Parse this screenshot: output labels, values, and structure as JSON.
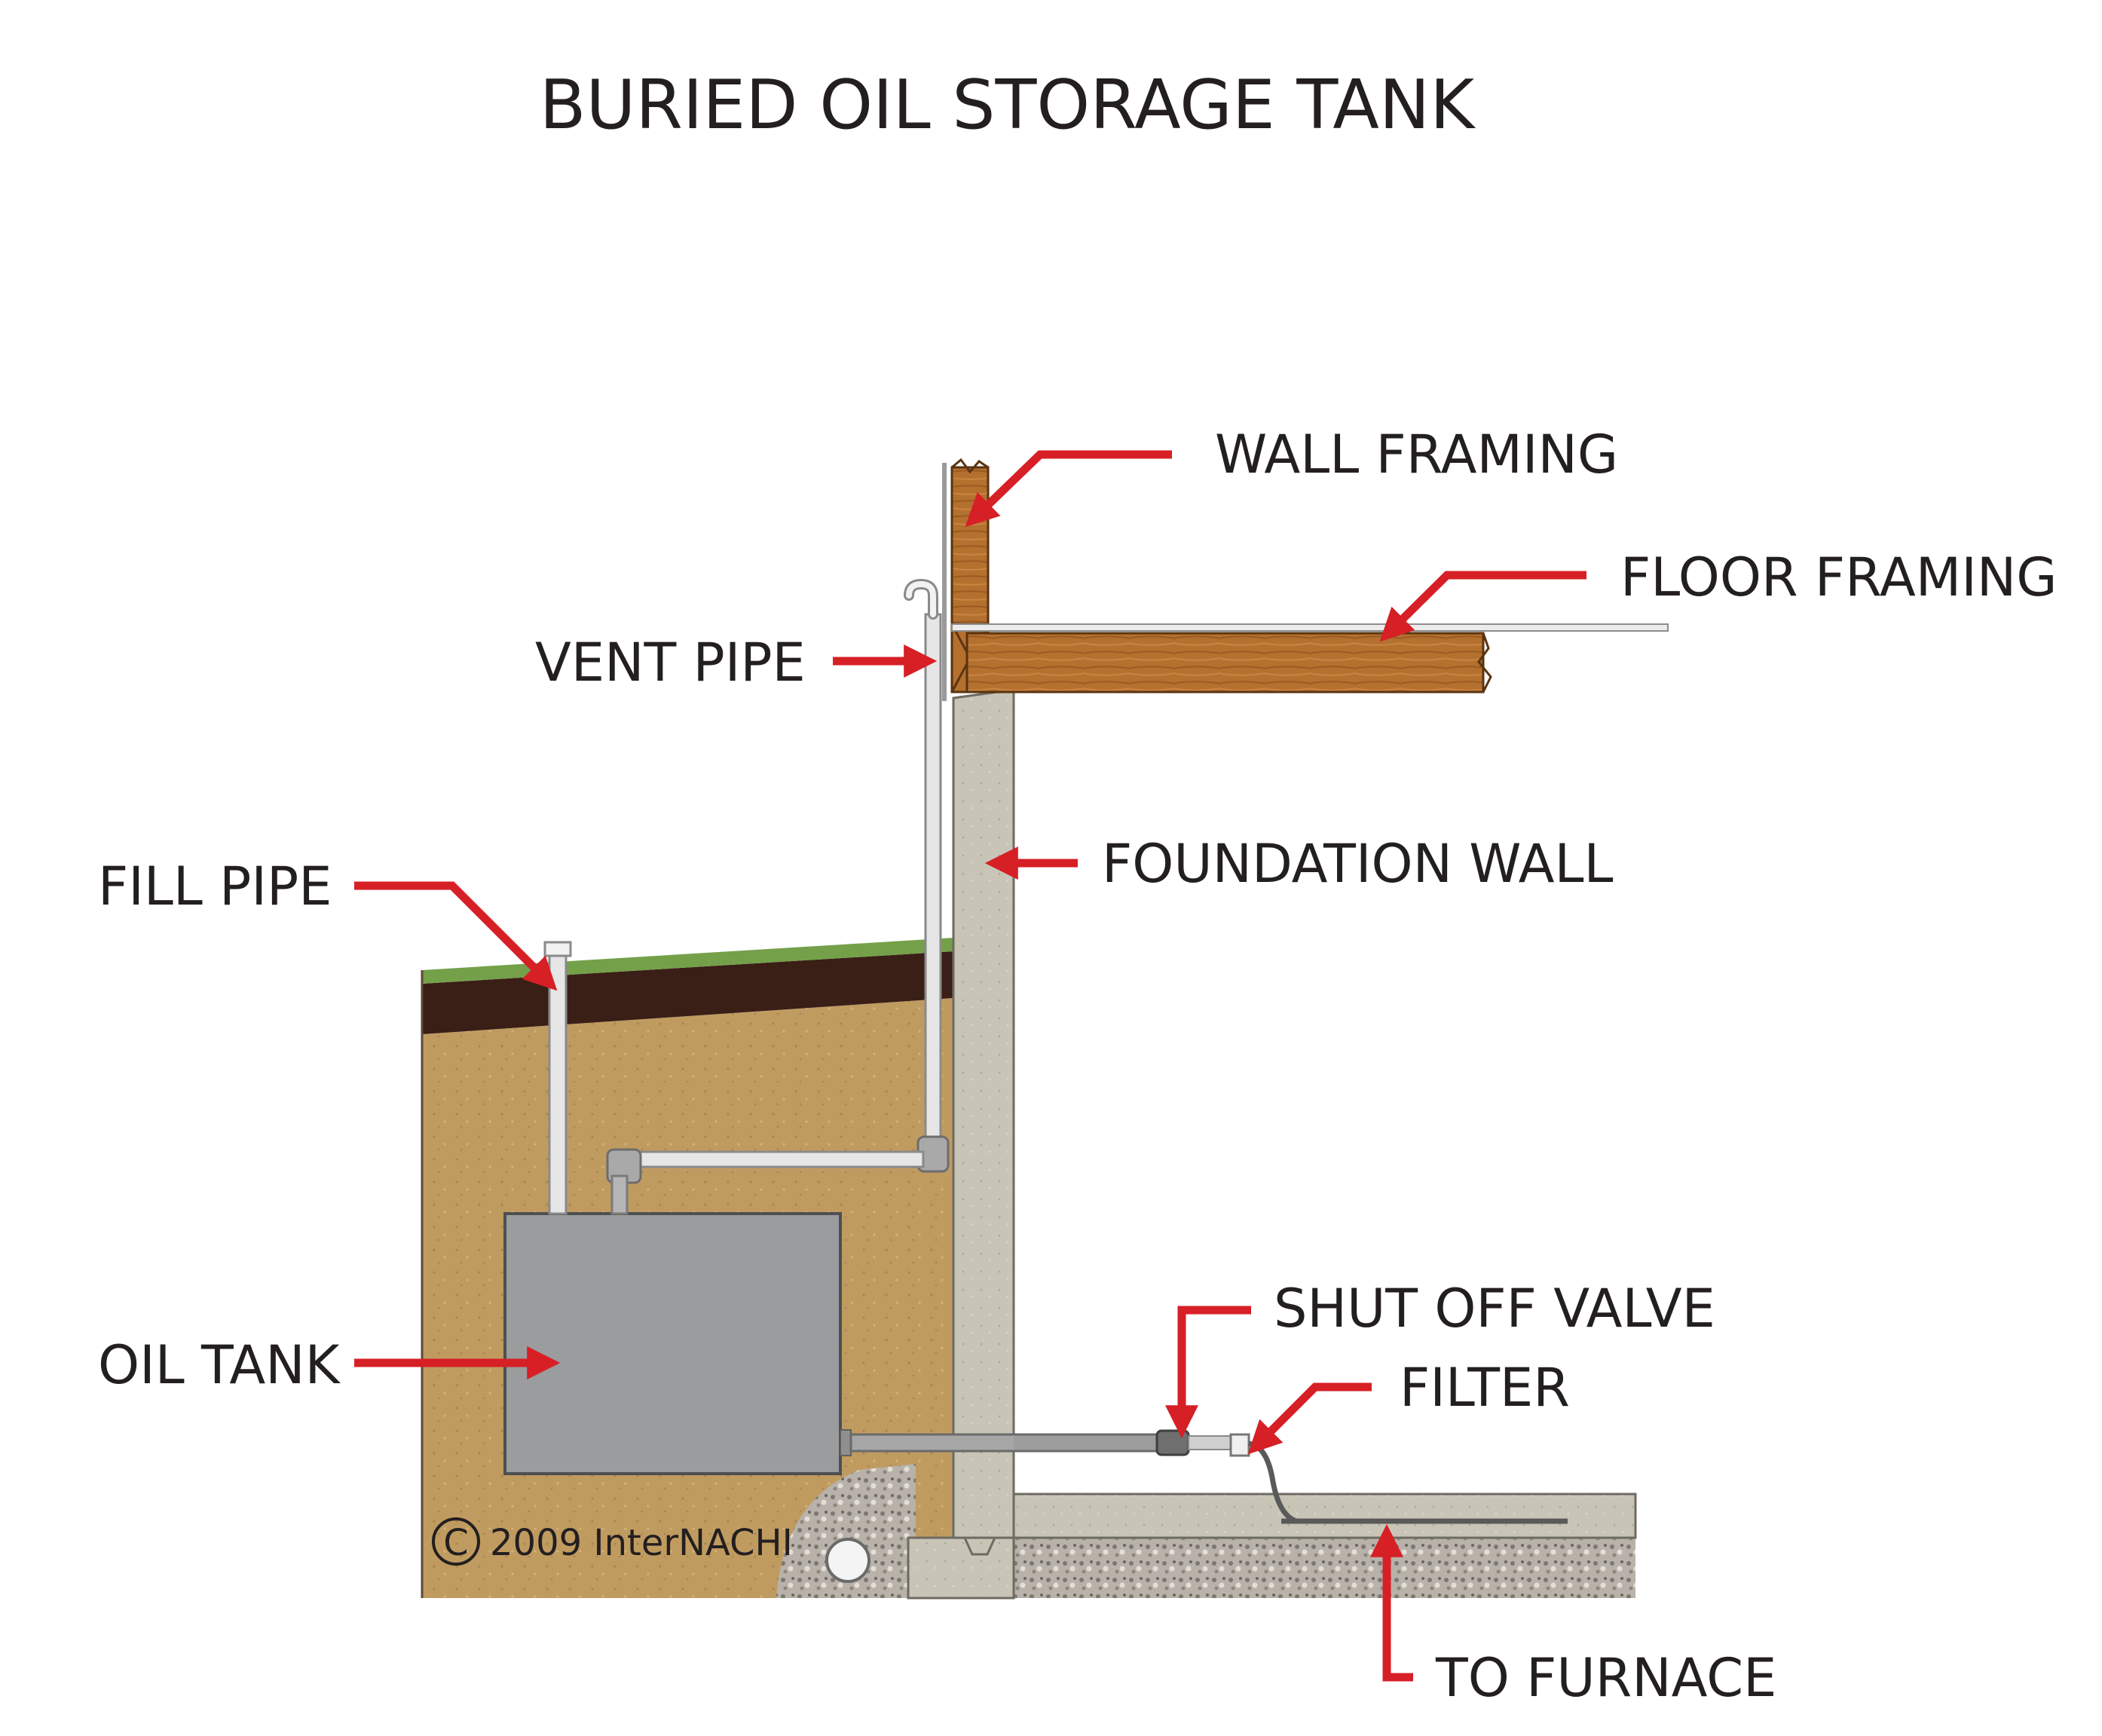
{
  "title": "BURIED OIL STORAGE TANK",
  "labels": {
    "wall_framing": "WALL FRAMING",
    "floor_framing": "FLOOR FRAMING",
    "vent_pipe": "VENT PIPE",
    "foundation_wall": "FOUNDATION WALL",
    "fill_pipe": "FILL PIPE",
    "oil_tank": "OIL TANK",
    "shut_off_valve": "SHUT OFF VALVE",
    "filter": "FILTER",
    "to_furnace": "TO FURNACE"
  },
  "copyright": {
    "symbol": "C",
    "text": "2009  InterNACHI"
  },
  "colors": {
    "arrow": "#d71f26",
    "text": "#231f20",
    "soil": "#bf9a5e",
    "topsoil": "#3a1f16",
    "grass": "#74a04a",
    "concrete": "#c9c6b8",
    "wood": "#b06a2c",
    "tank": "#9a9c9e",
    "gravel": "#b8b2aa",
    "pipe": "#e6e6e6"
  }
}
